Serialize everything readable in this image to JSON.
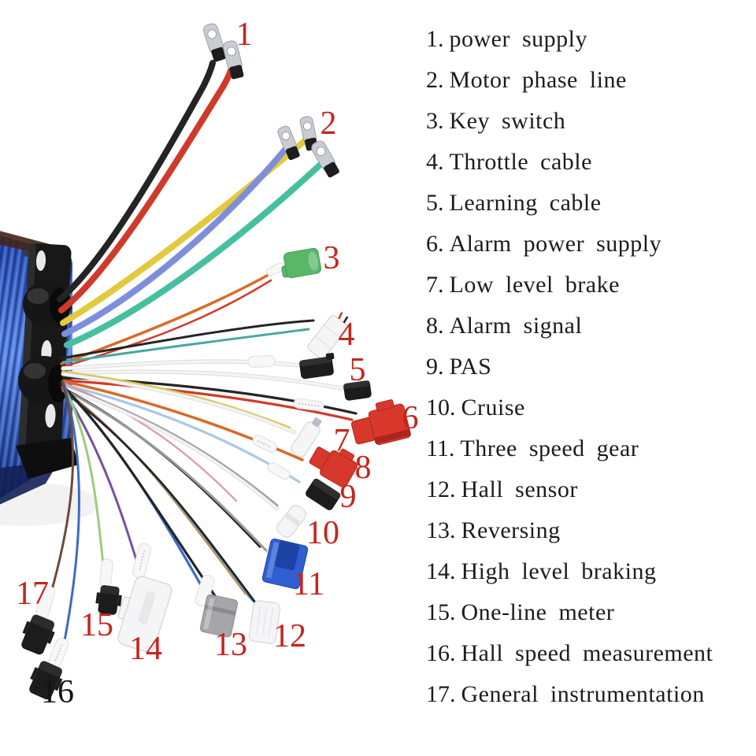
{
  "background": "#ffffff",
  "palette": {
    "marker_red": "#c5251d",
    "marker_black": "#141414",
    "text": "#1c1c1c",
    "wire_black": "#242424",
    "wire_red": "#d03a2a",
    "wire_orange": "#d96a28",
    "wire_yellow": "#e3c93e",
    "wire_yellow_stripe": "#d8c63e",
    "wire_blue_phase": "#7d8fd8",
    "wire_green_phase": "#46bfa0",
    "wire_teal": "#4aa8a0",
    "wire_white": "#f4f4f4",
    "wire_gray": "#9a9a9a",
    "wire_light_blue": "#aac8e6",
    "wire_purple": "#7a4f9e",
    "wire_light_green": "#9ccc7a",
    "wire_blue": "#3a6cc8",
    "wire_brown": "#6e4a3a",
    "wire_pink": "#d8a0b0",
    "conn_silver": "#c9cdd2",
    "conn_black": "#1c1c1c",
    "conn_white": "#f5f5f7",
    "conn_green": "#58b868",
    "conn_red": "#d8372c",
    "conn_blue": "#2f5fd0",
    "conn_gray": "#a6a6aa",
    "motor_fin_light": "#4f83e8",
    "motor_fin_dark": "#16307e",
    "bracket_black": "#181818"
  },
  "legend": {
    "items": [
      {
        "num": "1.",
        "label": "power supply"
      },
      {
        "num": "2.",
        "label": "Motor phase line"
      },
      {
        "num": "3.",
        "label": "Key switch"
      },
      {
        "num": "4.",
        "label": "Throttle cable"
      },
      {
        "num": "5.",
        "label": "Learning cable"
      },
      {
        "num": "6.",
        "label": "Alarm power supply"
      },
      {
        "num": "7.",
        "label": "Low level brake"
      },
      {
        "num": "8.",
        "label": "Alarm signal"
      },
      {
        "num": "9.",
        "label": "PAS"
      },
      {
        "num": "10.",
        "label": "Cruise"
      },
      {
        "num": "11.",
        "label": "Three speed gear"
      },
      {
        "num": "12.",
        "label": "Hall sensor"
      },
      {
        "num": "13.",
        "label": "Reversing"
      },
      {
        "num": "14.",
        "label": "High level braking"
      },
      {
        "num": "15.",
        "label": "One-line meter"
      },
      {
        "num": "16.",
        "label": "Hall speed measurement"
      },
      {
        "num": "17.",
        "label": "General instrumentation"
      }
    ]
  },
  "diagram": {
    "markers": [
      {
        "num": "1",
        "color": "#c5251d"
      },
      {
        "num": "2",
        "color": "#c5251d"
      },
      {
        "num": "3",
        "color": "#c5251d"
      },
      {
        "num": "4",
        "color": "#c5251d"
      },
      {
        "num": "5",
        "color": "#c5251d"
      },
      {
        "num": "6",
        "color": "#c5251d"
      },
      {
        "num": "7",
        "color": "#c5251d"
      },
      {
        "num": "8",
        "color": "#c5251d"
      },
      {
        "num": "9",
        "color": "#c5251d"
      },
      {
        "num": "10",
        "color": "#c5251d"
      },
      {
        "num": "11",
        "color": "#c5251d"
      },
      {
        "num": "12",
        "color": "#c5251d"
      },
      {
        "num": "13",
        "color": "#c5251d"
      },
      {
        "num": "14",
        "color": "#c5251d"
      },
      {
        "num": "15",
        "color": "#c5251d"
      },
      {
        "num": "16",
        "color": "#141414"
      },
      {
        "num": "17",
        "color": "#c5251d"
      }
    ]
  }
}
